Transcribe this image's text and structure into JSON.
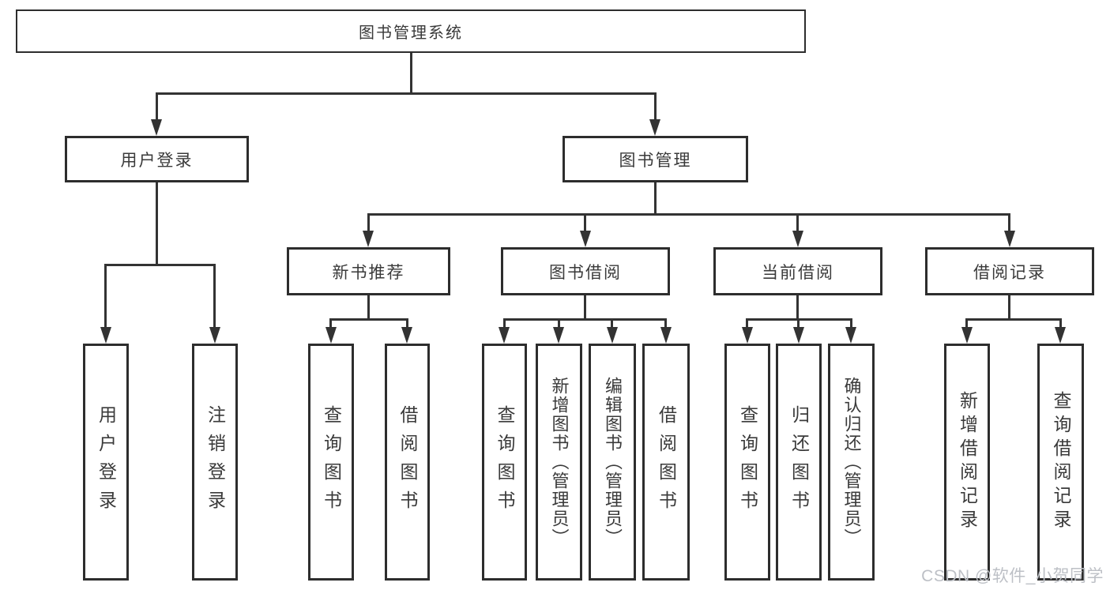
{
  "tree": {
    "root": {
      "label": "图书管理系统"
    },
    "branches": [
      {
        "label": "用户登录",
        "children": [
          {
            "label": "用户登录"
          },
          {
            "label": "注销登录"
          }
        ]
      },
      {
        "label": "图书管理",
        "children": [
          {
            "label": "新书推荐",
            "children": [
              {
                "label": "查询图书"
              },
              {
                "label": "借阅图书"
              }
            ]
          },
          {
            "label": "图书借阅",
            "children": [
              {
                "label": "查询图书"
              },
              {
                "label": "新增图书（管理员）"
              },
              {
                "label": "编辑图书（管理员）"
              },
              {
                "label": "借阅图书"
              }
            ]
          },
          {
            "label": "当前借阅",
            "children": [
              {
                "label": "查询图书"
              },
              {
                "label": "归还图书"
              },
              {
                "label": "确认归还（管理员）"
              }
            ]
          },
          {
            "label": "借阅记录",
            "children": [
              {
                "label": "新增借阅记录"
              },
              {
                "label": "查询借阅记录"
              }
            ]
          }
        ]
      }
    ]
  },
  "watermark": {
    "text": "CSDN @软件_小贺同学"
  },
  "colors": {
    "line": "#333333",
    "box_border": "#2d2d2d",
    "text": "#3a3a3a",
    "watermark": "#bdc0c6",
    "background": "#ffffff"
  }
}
